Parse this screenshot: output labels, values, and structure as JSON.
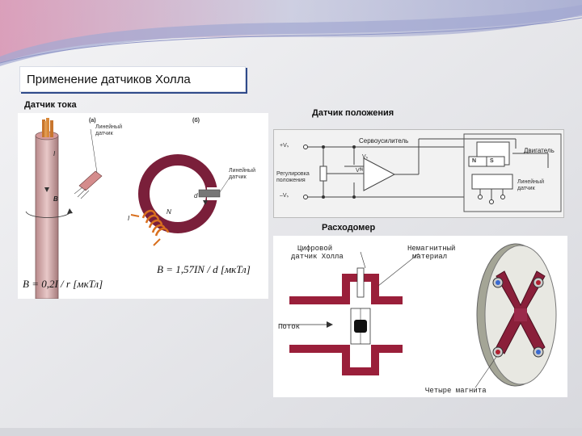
{
  "slide": {
    "title": "Применение датчиков Холла"
  },
  "current_sensor": {
    "heading": "Датчик тока",
    "fig_a": "(a)",
    "fig_b": "(б)",
    "linear_sensor_label_a_line1": "Линейный",
    "linear_sensor_label_a_line2": "датчик",
    "linear_sensor_label_b_line1": "Линейный",
    "linear_sensor_label_b_line2": "датчик",
    "symbol_i": "I",
    "symbol_B": "B",
    "symbol_d": "d",
    "symbol_N": "N",
    "formula_a": "B = 0,2I / r [мкТл]",
    "formula_b": "B = 1,57IN / d [мкТл]"
  },
  "position_sensor": {
    "heading": "Датчик положения",
    "servo_label": "Сервоусилитель",
    "motor_label": "Двигатель",
    "adjust_line1": "Регулировка",
    "adjust_line2": "положения",
    "linear_sensor_line1": "Линейный",
    "linear_sensor_line2": "датчик",
    "vs_plus": "+Vₛ",
    "vs_minus": "–Vₛ",
    "vs_inner": "Vₛ",
    "vin": "Vᴵᴺ",
    "N": "N",
    "S": "S"
  },
  "flowmeter": {
    "heading": "Расходомер",
    "digital_sensor_line1": "Цифровой",
    "digital_sensor_line2": "датчик Холла",
    "nonmagnetic_line1": "Немагнитный",
    "nonmagnetic_line2": "материал",
    "flow_label": "Поток",
    "magnets_label": "Четыре магнита"
  }
}
